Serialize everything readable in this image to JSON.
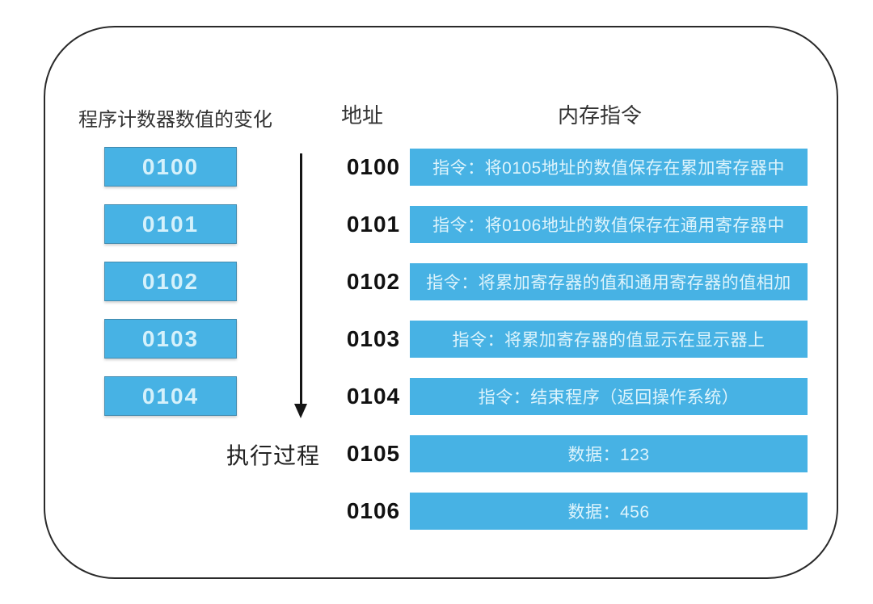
{
  "colors": {
    "accent_blue": "#47B2E4",
    "bar_text": "#DEF4FC",
    "frame_border": "#2A2A2A",
    "heading_text": "#333333",
    "address_text": "#111111"
  },
  "headers": {
    "pc_changes": "程序计数器数值的变化",
    "address": "地址",
    "memory": "内存指令"
  },
  "pc_sequence": [
    "0100",
    "0101",
    "0102",
    "0103",
    "0104"
  ],
  "execution_label": "执行过程",
  "memory_rows": [
    {
      "address": "0100",
      "content": "指令：将0105地址的数值保存在累加寄存器中"
    },
    {
      "address": "0101",
      "content": "指令：将0106地址的数值保存在通用寄存器中"
    },
    {
      "address": "0102",
      "content": "指令：将累加寄存器的值和通用寄存器的值相加"
    },
    {
      "address": "0103",
      "content": "指令：将累加寄存器的值显示在显示器上"
    },
    {
      "address": "0104",
      "content": "指令：结束程序（返回操作系统）"
    },
    {
      "address": "0105",
      "content": "数据：123"
    },
    {
      "address": "0106",
      "content": "数据：456"
    }
  ]
}
